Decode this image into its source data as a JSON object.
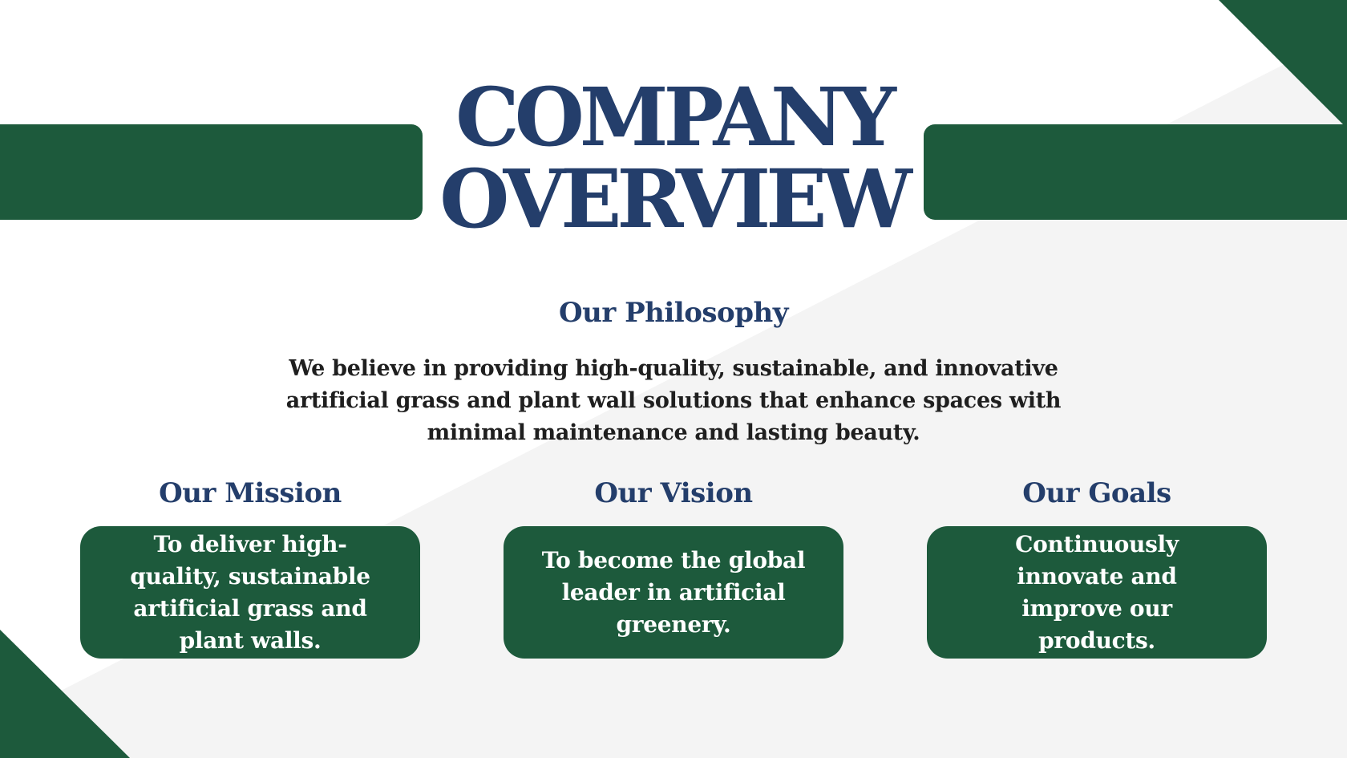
{
  "colors": {
    "accent_green": "#1d5a3c",
    "title_blue": "#243e6b",
    "body_text": "#1f1f1f",
    "background_light": "#f4f4f4",
    "background": "#ffffff"
  },
  "title": {
    "line1": "COMPANY",
    "line2": "OVERVIEW"
  },
  "philosophy": {
    "heading": "Our Philosophy",
    "text": "We believe in providing high-quality, sustainable, and innovative artificial grass and plant wall solutions that enhance spaces with minimal maintenance and lasting beauty."
  },
  "columns": [
    {
      "heading": "Our Mission",
      "text": "To deliver high-quality, sustainable artificial grass and plant walls."
    },
    {
      "heading": "Our Vision",
      "text": "To become the global leader in artificial greenery."
    },
    {
      "heading": "Our Goals",
      "text": "Continuously innovate and improve our products."
    }
  ]
}
